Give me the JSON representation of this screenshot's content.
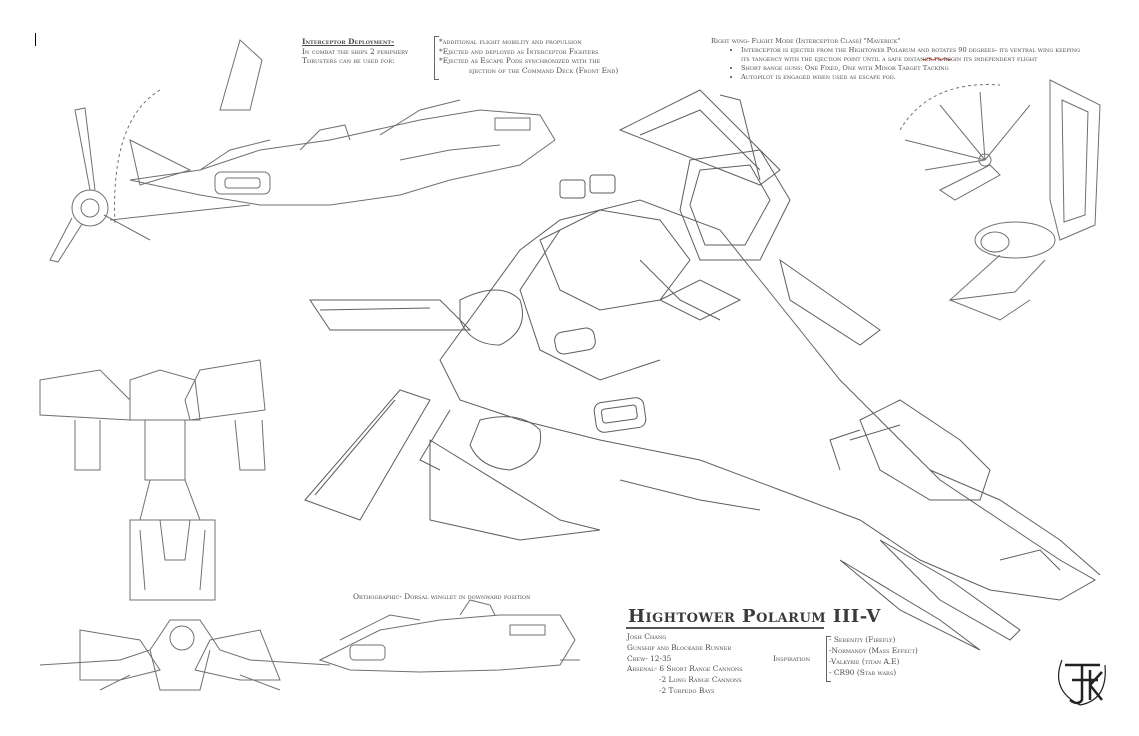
{
  "interceptor": {
    "heading": "Interceptor Deployment-",
    "line1": "In combat the ships 2 periphery",
    "line2": "Thrusters can be used for:",
    "items": [
      "*additional flight mobility and propulsion",
      "*Ejected and deployed as Interceptor Fighters",
      "*Ejected as Escape Pods synchronized with the",
      "ejection of the Command Deck (Front End)"
    ]
  },
  "right_wing": {
    "heading": "Right wing- Flight Mode (Interceptor Class) \"Maverick\"",
    "bullets": [
      "Interceptor is ejected from the Hightower Polarum and rotates 90 degrees- its ventral wing keeping",
      "its tangency with the ejection point until a safe distance to begin its independent flight",
      "Short range guns: One Fixed, One with Minor Target Tacking",
      "Autopilot is engaged when used as escape pod."
    ]
  },
  "orthographic": "Orthographic- Dorsal winglet in downward position",
  "title": "Hightower Polarum III-V",
  "credits": {
    "author": "Josh Chang",
    "role": "Gunship and Blockade Runner",
    "crew": "Crew- 12-35",
    "arsenal": "Arsenal- 6 Short Range Cannons",
    "arsenal2": "-2 Long Range Cannons",
    "arsenal3": "-2 Torpedo Bays"
  },
  "inspiration": {
    "label": "Inspiration",
    "items": [
      "- Serenity (Firefly)",
      "-Normandy (Mass Effect)",
      "-Valkyrie (titan A.E)",
      "- CR90 (Star wars)"
    ]
  },
  "logo_text": "JK",
  "colors": {
    "ink": "#4a4a4a",
    "paper": "#ffffff",
    "red_underline": "#c0392b"
  }
}
